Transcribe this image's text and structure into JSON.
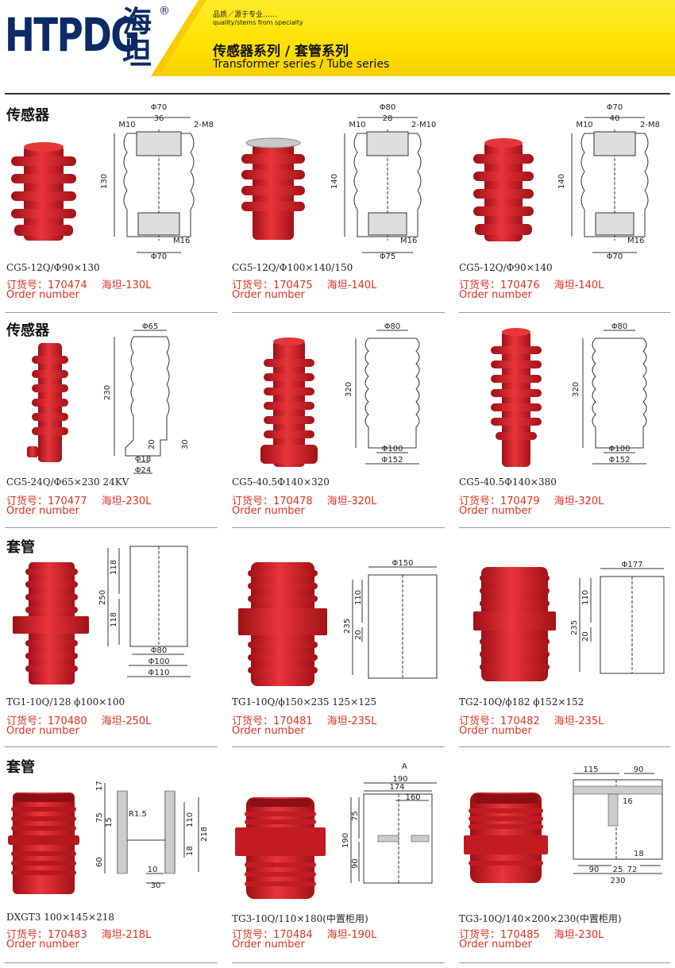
{
  "header": {
    "brand_latin": "HTPDG",
    "brand_cn": "海坦",
    "registered": "®",
    "tagline_cn": "品质／源于专业……",
    "tagline_en": "quality/stems from specialty",
    "title_cn": "传感器系列 / 套管系列",
    "title_en": "Transformer series / Tube series"
  },
  "sections": {
    "s1": "传感器",
    "s2": "传感器",
    "s3": "套管",
    "s4": "套管"
  },
  "order_label_cn": "订货号：",
  "order_label_en": "Order number",
  "products": [
    {
      "model": "CG5-12Q/Φ90×130",
      "order": "170474",
      "name": "海坦-130L",
      "dims": [
        "Φ70",
        "36",
        "M10",
        "2-M8",
        "130",
        "M16",
        "Φ70"
      ]
    },
    {
      "model": "CG5-12Q/Φ100×140/150",
      "order": "170475",
      "name": "海坦-140L",
      "dims": [
        "Φ80",
        "28",
        "M10",
        "2-M10",
        "140",
        "M16",
        "Φ75"
      ]
    },
    {
      "model": "CG5-12Q/Φ90×140",
      "order": "170476",
      "name": "海坦-140L",
      "dims": [
        "Φ70",
        "40",
        "M10",
        "2-M8",
        "140",
        "M16",
        "Φ70"
      ]
    },
    {
      "model": "CG5-24Q/Φ65×230  24KV",
      "order": "170477",
      "name": "海坦-230L",
      "dims": [
        "Φ65",
        "230",
        "20",
        "30",
        "Φ18",
        "Φ24"
      ]
    },
    {
      "model": "CG5-40.5Φ140×320",
      "order": "170478",
      "name": "海坦-320L",
      "dims": [
        "Φ80",
        "320",
        "Φ100",
        "Φ152"
      ]
    },
    {
      "model": "CG5-40.5Φ140×380",
      "order": "170479",
      "name": "海坦-320L",
      "dims": [
        "Φ80",
        "320",
        "Φ100",
        "Φ152"
      ]
    },
    {
      "model": "TG1-10Q/128  ϕ100×100",
      "order": "170480",
      "name": "海坦-250L",
      "dims": [
        "118",
        "250",
        "118",
        "Φ80",
        "Φ100",
        "Φ110"
      ]
    },
    {
      "model": "TG1-10Q/ϕ150×235   125×125",
      "order": "170481",
      "name": "海坦-235L",
      "dims": [
        "Φ150",
        "110",
        "235",
        "20"
      ]
    },
    {
      "model": "TG2-10Q/ϕ182   ϕ152×152",
      "order": "170482",
      "name": "海坦-235L",
      "dims": [
        "Φ177",
        "110",
        "235",
        "20"
      ]
    },
    {
      "model": "DXGT3   100×145×218",
      "order": "170483",
      "name": "海坦-218L",
      "dims": [
        "17",
        "R1.5",
        "75",
        "15",
        "110",
        "218",
        "18",
        "60",
        "10",
        "30"
      ]
    },
    {
      "model": "TG3-10Q/110×180(中置柜用)",
      "order": "170484",
      "name": "海坦-190L",
      "dims": [
        "A",
        "190",
        "174",
        "160",
        "75",
        "190",
        "90"
      ]
    },
    {
      "model": "TG3-10Q/140×200×230(中置柜用)",
      "order": "170485",
      "name": "海坦-230L",
      "dims": [
        "115",
        "90",
        "16",
        "18",
        "90",
        "25",
        "72",
        "230"
      ]
    }
  ],
  "colors": {
    "brand_blue": "#0b2a66",
    "band_yellow": "#ffe100",
    "product_red": "#d8232a",
    "order_red": "#e03020"
  }
}
